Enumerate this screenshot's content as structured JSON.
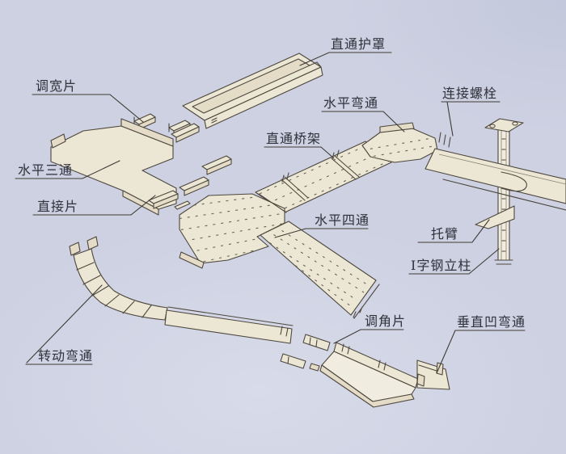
{
  "diagram": {
    "kind": "isometric exploded line drawing",
    "background_color": "#cdd1e2",
    "line_color": "#4d473d",
    "part_fill_color": "#ece6d5",
    "label_text_color": "#33343d"
  },
  "labels": [
    {
      "id": "straight-through-cover",
      "text": "直通护罩"
    },
    {
      "id": "width-adjusting-piece",
      "text": "调宽片"
    },
    {
      "id": "horizontal-elbow",
      "text": "水平弯通"
    },
    {
      "id": "connecting-bolt",
      "text": "连接螺栓"
    },
    {
      "id": "straight-through-tray",
      "text": "直通桥架"
    },
    {
      "id": "horizontal-tee",
      "text": "水平三通"
    },
    {
      "id": "connecting-piece",
      "text": "直接片"
    },
    {
      "id": "horizontal-cross",
      "text": "水平四通"
    },
    {
      "id": "support-arm",
      "text": "托臂"
    },
    {
      "id": "i-beam-column",
      "text": "I字钢立柱"
    },
    {
      "id": "angle-adjusting-piece",
      "text": "调角片"
    },
    {
      "id": "vertical-concave-elbow",
      "text": "垂直凹弯通"
    },
    {
      "id": "rotating-elbow",
      "text": "转动弯通"
    }
  ]
}
